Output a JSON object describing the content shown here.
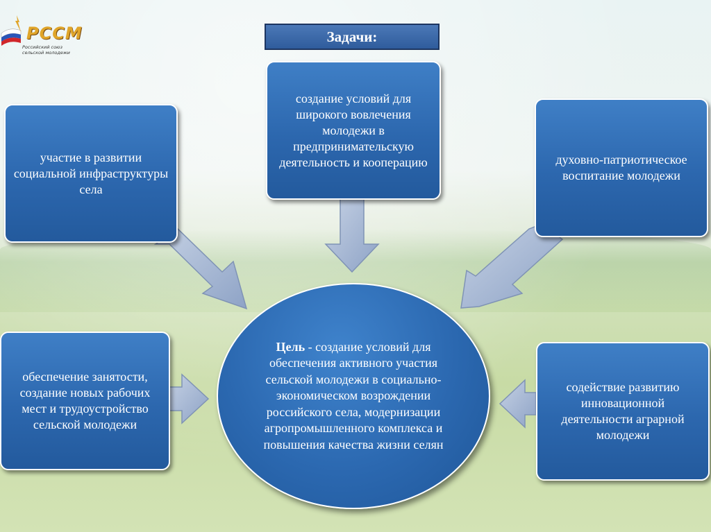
{
  "logo": {
    "abbr": "РССМ",
    "subtitle": "Российский союз сельской молодежи"
  },
  "title": "Задачи:",
  "tasks": {
    "top": "создание условий для широкого вовлечения молодежи в предпринимательскую деятельность и кооперацию",
    "top_left": "участие в развитии социальной инфраструктуры села",
    "top_right": "духовно-патриотическое воспитание молодежи",
    "bottom_left": "обеспечение занятости, создание новых рабочих мест и трудоустройство сельской молодежи",
    "bottom_right": "содействие развитию инновационной деятельности аграрной молодежи"
  },
  "goal": {
    "label": "Цель",
    "text": " - создание условий для обеспечения активного участия сельской молодежи в социально-экономическом возрождении российского села, модернизации агропромышленного комплекса и повышения качества жизни селян"
  },
  "colors": {
    "box_fill": "#2c67ae",
    "title_fill": "#3a68aa",
    "arrow_fill": "#a9b9d3",
    "logo_gold": "#e0a52a"
  }
}
